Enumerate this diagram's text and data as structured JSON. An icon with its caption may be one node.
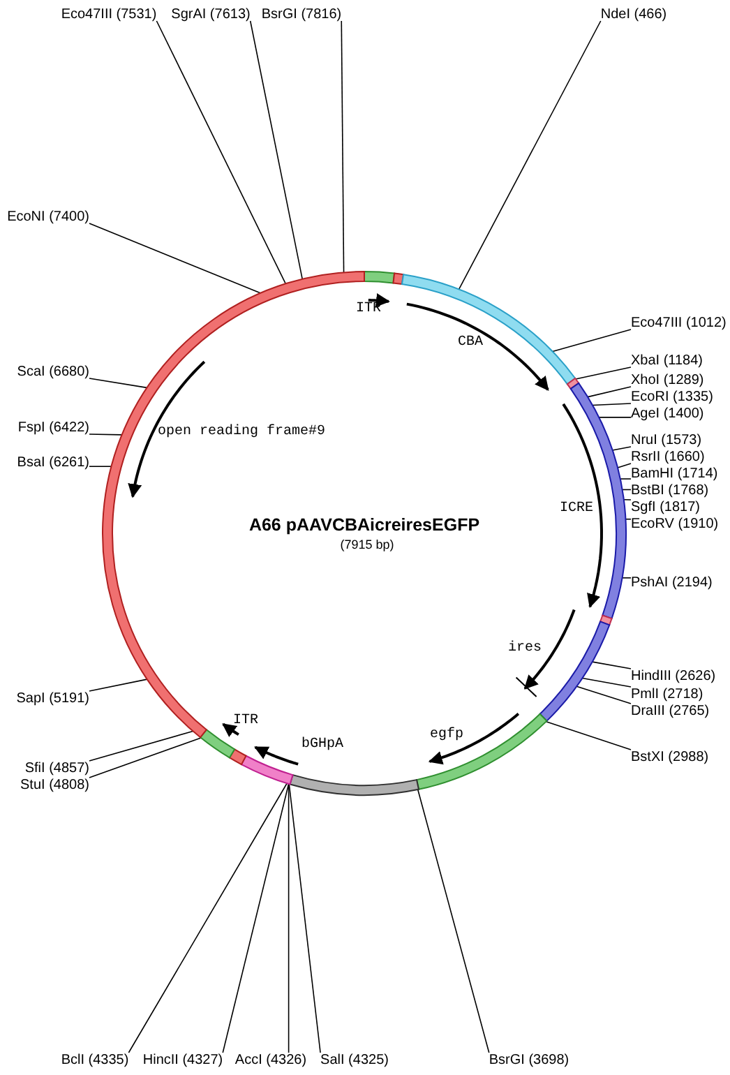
{
  "diagram": {
    "title": "A66 pAAVCBAicreiresEGFP",
    "nodes": [
      {
        "text": [
          "Eco47III (7531)"
        ]
      },
      {
        "text": [
          "SgrAI (7613)"
        ]
      },
      {
        "text": [
          "BsrGI (7816)"
        ]
      },
      {
        "text": [
          "NdeI (466)"
        ]
      },
      {
        "text": [
          "EcoNI (7400)"
        ]
      },
      {
        "text": [
          "Eco47III (1012)"
        ]
      },
      {
        "text": [
          "XbaI (1184)"
        ]
      },
      {
        "text": [
          "XhoI (1289)"
        ]
      },
      {
        "text": [
          "EcoRI (1335)"
        ]
      },
      {
        "text": [
          "AgeI (1400)"
        ]
      },
      {
        "text": [
          "NruI (1573)"
        ]
      },
      {
        "text": [
          "RsrII (1660)"
        ]
      },
      {
        "text": [
          "BamHI (1714)"
        ]
      },
      {
        "text": [
          "BstBI (1768)"
        ]
      },
      {
        "text": [
          "SgfI (1817)"
        ]
      },
      {
        "text": [
          "EcoRV (1910)"
        ]
      },
      {
        "text": [
          "PshAI (2194)"
        ]
      },
      {
        "text": [
          "HindIII (2626)"
        ]
      },
      {
        "text": [
          "PmlI (2718)"
        ]
      },
      {
        "text": [
          "DraIII (2765)"
        ]
      },
      {
        "text": [
          "BstXI (2988)"
        ]
      },
      {
        "text": [
          "ScaI (6680)"
        ]
      },
      {
        "text": [
          "FspI (6422)"
        ]
      },
      {
        "text": [
          "BsaI (6261)"
        ]
      },
      {
        "text": [
          "SapI (5191)"
        ]
      },
      {
        "text": [
          "SfiI (4857)"
        ]
      },
      {
        "text": [
          "StuI (4808)"
        ]
      },
      {
        "text": [
          "BclI (4335)"
        ]
      },
      {
        "text": [
          "HincII (4327)"
        ]
      },
      {
        "text": [
          "AccI (4326)"
        ]
      },
      {
        "text": [
          "SalI (4325)"
        ]
      },
      {
        "text": [
          "BsrGI (3698)"
        ]
      },
      {
        "text": [],
        "shape": "arc"
      },
      {
        "text": [],
        "shape": "arc"
      },
      {
        "text": [],
        "shape": "arc"
      },
      {
        "text": [],
        "shape": "arc"
      },
      {
        "text": [],
        "shape": "arc"
      },
      {
        "text": [],
        "shape": "arc"
      },
      {
        "text": [],
        "shape": "arc"
      },
      {
        "text": [],
        "shape": "arc"
      },
      {
        "text": [],
        "shape": "arc"
      },
      {
        "text": [],
        "shape": "arc"
      },
      {
        "text": [],
        "shape": "arc"
      },
      {
        "text": [],
        "shape": "arc"
      },
      {
        "text": [],
        "shape": "arc"
      }
    ],
    "edges": [
      {
        "from": 0,
        "to": 44,
        "arrow": "none"
      },
      {
        "from": 1,
        "to": 44,
        "arrow": "none"
      },
      {
        "from": 2,
        "to": 44,
        "arrow": "none"
      },
      {
        "from": 3,
        "to": 34,
        "arrow": "none"
      },
      {
        "from": 4,
        "to": 44,
        "arrow": "none"
      },
      {
        "from": 5,
        "to": 34,
        "arrow": "none"
      },
      {
        "from": 6,
        "to": 35,
        "arrow": "none"
      },
      {
        "from": 7,
        "to": 36,
        "arrow": "none"
      },
      {
        "from": 8,
        "to": 36,
        "arrow": "none"
      },
      {
        "from": 9,
        "to": 36,
        "arrow": "none"
      },
      {
        "from": 10,
        "to": 36,
        "arrow": "none"
      },
      {
        "from": 11,
        "to": 36,
        "arrow": "none"
      },
      {
        "from": 12,
        "to": 36,
        "arrow": "none"
      },
      {
        "from": 13,
        "to": 36,
        "arrow": "none"
      },
      {
        "from": 14,
        "to": 36,
        "arrow": "none"
      },
      {
        "from": 15,
        "to": 36,
        "arrow": "none"
      },
      {
        "from": 16,
        "to": 36,
        "arrow": "none"
      },
      {
        "from": 17,
        "to": 38,
        "arrow": "none"
      },
      {
        "from": 18,
        "to": 38,
        "arrow": "none"
      },
      {
        "from": 19,
        "to": 38,
        "arrow": "none"
      },
      {
        "from": 20,
        "to": 39,
        "arrow": "none"
      },
      {
        "from": 21,
        "to": 44,
        "arrow": "none"
      },
      {
        "from": 22,
        "to": 44,
        "arrow": "none"
      },
      {
        "from": 23,
        "to": 44,
        "arrow": "none"
      },
      {
        "from": 24,
        "to": 44,
        "arrow": "none"
      },
      {
        "from": 25,
        "to": 44,
        "arrow": "none"
      },
      {
        "from": 26,
        "to": 43,
        "arrow": "none"
      },
      {
        "from": 27,
        "to": 41,
        "arrow": "none"
      },
      {
        "from": 28,
        "to": 41,
        "arrow": "none"
      },
      {
        "from": 29,
        "to": 41,
        "arrow": "none"
      },
      {
        "from": 30,
        "to": 41,
        "arrow": "none"
      },
      {
        "from": 31,
        "to": 40,
        "arrow": "none"
      }
    ],
    "labels": [
      "ITR",
      "CBA",
      "ICRE",
      "ires",
      "egfp",
      "bGHpA",
      "ITR",
      "open reading frame#9",
      "(7915 bp)"
    ]
  }
}
